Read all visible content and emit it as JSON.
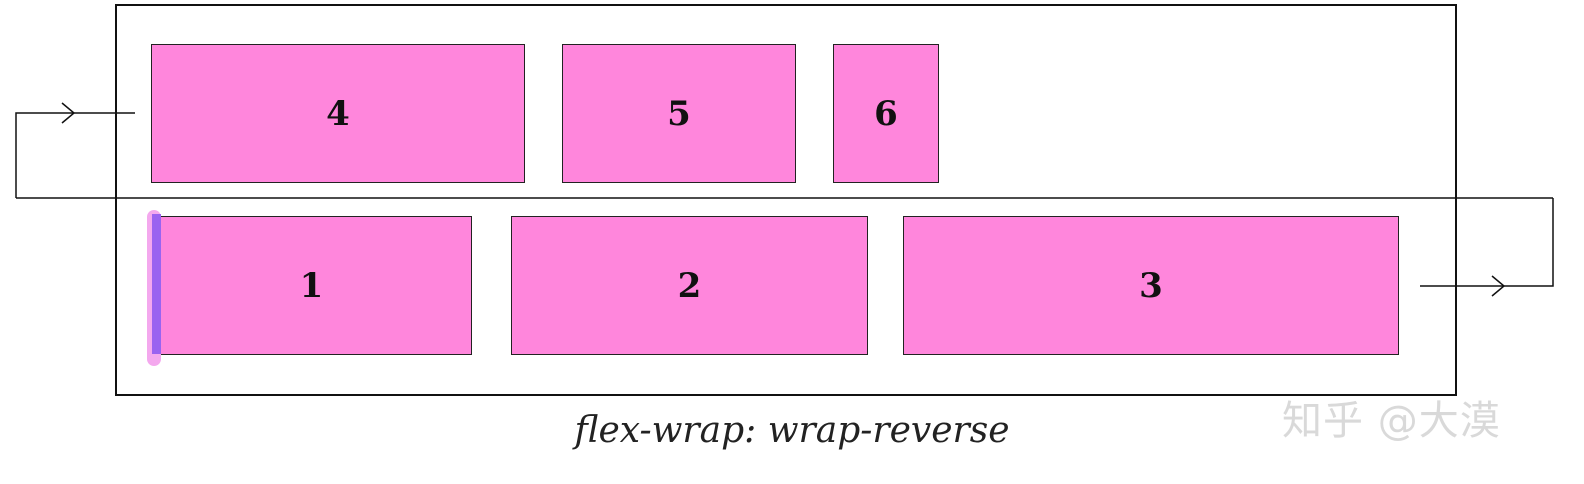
{
  "items": {
    "item1": "1",
    "item2": "2",
    "item3": "3",
    "item4": "4",
    "item5": "5",
    "item6": "6"
  },
  "caption": "flex-wrap: wrap-reverse",
  "watermark": "知乎 @大漠",
  "colors": {
    "item_fill": "#ff86dc",
    "marker": "#9a63f0",
    "line": "#111111"
  }
}
